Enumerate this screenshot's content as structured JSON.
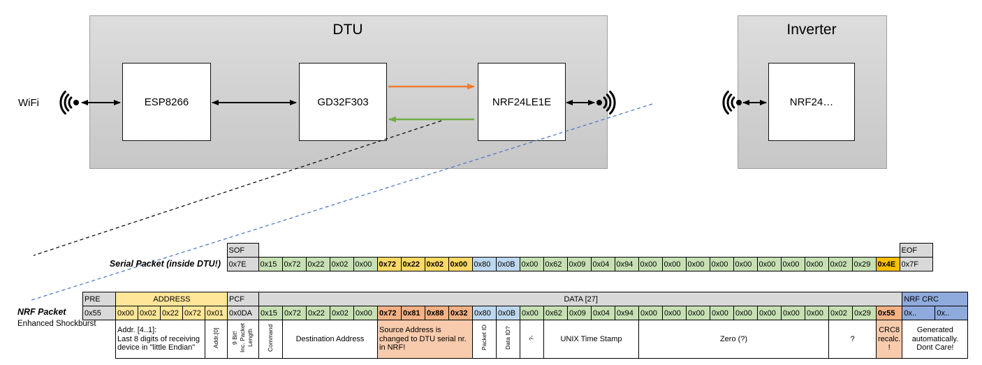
{
  "diagram": {
    "wifi_label": "WiFi",
    "dtu_title": "DTU",
    "dtu_chips": [
      "ESP8266",
      "GD32F303",
      "NRF24LE1E"
    ],
    "inverter_title": "Inverter",
    "inverter_chip": "NRF24…",
    "colors": {
      "orange_arrow": "#ed7d31",
      "green_arrow": "#70ad47",
      "blue_dashed": "#4472c4"
    }
  },
  "serial_packet": {
    "label": "Serial Packet (inside DTU!)",
    "rows": [
      {
        "cls": "rhdr",
        "cellname": "packet-header-cell",
        "cells": [
          {
            "empty": 1,
            "span": 6
          },
          {
            "v": "SOF",
            "s": "gray",
            "n": "sof-header"
          },
          {
            "empty": 1,
            "span": 27
          },
          {
            "v": "EOF",
            "s": "gray",
            "n": "eof-header"
          },
          {
            "empty": 1,
            "span": 1
          }
        ]
      },
      {
        "cls": "rval",
        "cellname": "byte-cell",
        "cells": [
          {
            "empty": 1,
            "span": 6
          },
          {
            "v": "0x7E",
            "s": "gray",
            "n": "sof-byte"
          },
          {
            "v": "0x15",
            "s": "green"
          },
          {
            "v": "0x72",
            "s": "green"
          },
          {
            "v": "0x22",
            "s": "green"
          },
          {
            "v": "0x02",
            "s": "green"
          },
          {
            "v": "0x00",
            "s": "green"
          },
          {
            "v": "0x72",
            "s": "ylw2",
            "b": 1
          },
          {
            "v": "0x22",
            "s": "ylw2",
            "b": 1
          },
          {
            "v": "0x02",
            "s": "ylw2",
            "b": 1
          },
          {
            "v": "0x00",
            "s": "ylw2",
            "b": 1
          },
          {
            "v": "0x80",
            "s": "blue"
          },
          {
            "v": "0x0B",
            "s": "blue"
          },
          {
            "v": "0x00",
            "s": "green"
          },
          {
            "v": "0x62",
            "s": "green"
          },
          {
            "v": "0x09",
            "s": "green"
          },
          {
            "v": "0x04",
            "s": "green"
          },
          {
            "v": "0x94",
            "s": "green"
          },
          {
            "v": "0x00",
            "s": "green"
          },
          {
            "v": "0x00",
            "s": "green"
          },
          {
            "v": "0x00",
            "s": "green"
          },
          {
            "v": "0x00",
            "s": "green"
          },
          {
            "v": "0x00",
            "s": "green"
          },
          {
            "v": "0x00",
            "s": "green"
          },
          {
            "v": "0x00",
            "s": "green"
          },
          {
            "v": "0x00",
            "s": "green"
          },
          {
            "v": "0x02",
            "s": "green"
          },
          {
            "v": "0x29",
            "s": "green"
          },
          {
            "v": "0x4E",
            "s": "gold",
            "b": 1,
            "n": "crc8-byte"
          },
          {
            "v": "0x7F",
            "s": "gray",
            "n": "eof-byte"
          },
          {
            "empty": 1,
            "span": 1
          }
        ]
      }
    ]
  },
  "nrf_packet": {
    "label": "NRF Packet",
    "sublabel": "Enhanced Shockburst",
    "rows": [
      {
        "cls": "rhdr",
        "cellname": "packet-header-cell",
        "cells": [
          {
            "v": "PRE",
            "s": "gray",
            "n": "pre-header"
          },
          {
            "v": "ADDRESS",
            "s": "yellow",
            "span": 5,
            "align": "center",
            "n": "address-header"
          },
          {
            "v": "PCF",
            "s": "gray",
            "n": "pcf-header"
          },
          {
            "v": "DATA [27]",
            "s": "gray",
            "span": 27,
            "align": "center",
            "n": "data-header"
          },
          {
            "v": "NRF CRC",
            "s": "crcblue",
            "span": 2,
            "n": "nrf-crc-header"
          }
        ]
      },
      {
        "cls": "rval",
        "cellname": "byte-cell",
        "cells": [
          {
            "v": "0x55",
            "s": "gray",
            "n": "pre-byte"
          },
          {
            "v": "0x00",
            "s": "yellow"
          },
          {
            "v": "0x02",
            "s": "yellow"
          },
          {
            "v": "0x22",
            "s": "yellow"
          },
          {
            "v": "0x72",
            "s": "yellow"
          },
          {
            "v": "0x01",
            "s": "yellow"
          },
          {
            "v": "0x0DA",
            "s": "gray",
            "n": "pcf-byte"
          },
          {
            "v": "0x15",
            "s": "green"
          },
          {
            "v": "0x72",
            "s": "green"
          },
          {
            "v": "0x22",
            "s": "green"
          },
          {
            "v": "0x02",
            "s": "green"
          },
          {
            "v": "0x00",
            "s": "green"
          },
          {
            "v": "0x72",
            "s": "orange",
            "b": 1
          },
          {
            "v": "0x81",
            "s": "orange",
            "b": 1
          },
          {
            "v": "0x88",
            "s": "orange",
            "b": 1
          },
          {
            "v": "0x32",
            "s": "orange",
            "b": 1
          },
          {
            "v": "0x80",
            "s": "blue"
          },
          {
            "v": "0x0B",
            "s": "blue"
          },
          {
            "v": "0x00",
            "s": "green"
          },
          {
            "v": "0x62",
            "s": "green"
          },
          {
            "v": "0x09",
            "s": "green"
          },
          {
            "v": "0x04",
            "s": "green"
          },
          {
            "v": "0x94",
            "s": "green"
          },
          {
            "v": "0x00",
            "s": "green"
          },
          {
            "v": "0x00",
            "s": "green"
          },
          {
            "v": "0x00",
            "s": "green"
          },
          {
            "v": "0x00",
            "s": "green"
          },
          {
            "v": "0x00",
            "s": "green"
          },
          {
            "v": "0x00",
            "s": "green"
          },
          {
            "v": "0x00",
            "s": "green"
          },
          {
            "v": "0x00",
            "s": "green"
          },
          {
            "v": "0x02",
            "s": "green"
          },
          {
            "v": "0x29",
            "s": "green"
          },
          {
            "v": "0x55",
            "s": "orange",
            "b": 1,
            "n": "crc8-byte"
          },
          {
            "v": "0x..",
            "s": "crcblue",
            "n": "nrf-crc-byte"
          },
          {
            "v": "0x..",
            "s": "crcblue",
            "n": "nrf-crc-byte"
          }
        ]
      },
      {
        "cls": "rann",
        "cellname": "annotation-cell",
        "cells": [
          {
            "empty": 1,
            "span": 1
          },
          {
            "v": "Addr. [4..1]:\nLast 8 digits of receiving device in \"little Endian\"",
            "span": 4,
            "align": "left"
          },
          {
            "v": "Addr.[0]",
            "rot": 1
          },
          {
            "v": "9 Bit!\nInc. Packet Length",
            "rot": 1
          },
          {
            "v": "Command",
            "rot": 1
          },
          {
            "v": "Destination Address",
            "span": 4
          },
          {
            "v": "Source Address is changed to DTU serial nr. in NRF!",
            "span": 4,
            "s": "salmon",
            "align": "left"
          },
          {
            "v": "Packet ID",
            "rot": 1
          },
          {
            "v": "Data ID?",
            "rot": 1
          },
          {
            "v": "?-",
            "rot": 1
          },
          {
            "v": "UNIX Time Stamp",
            "span": 4
          },
          {
            "v": "Zero (?)",
            "span": 8
          },
          {
            "v": "?",
            "span": 2
          },
          {
            "v": "CRC8\nrecalc.\n!",
            "s": "salmon",
            "n": "crc8-annotation"
          },
          {
            "v": "Generated\nautomatically.\nDont Care!",
            "span": 2,
            "n": "nrf-crc-annotation"
          }
        ]
      }
    ]
  }
}
